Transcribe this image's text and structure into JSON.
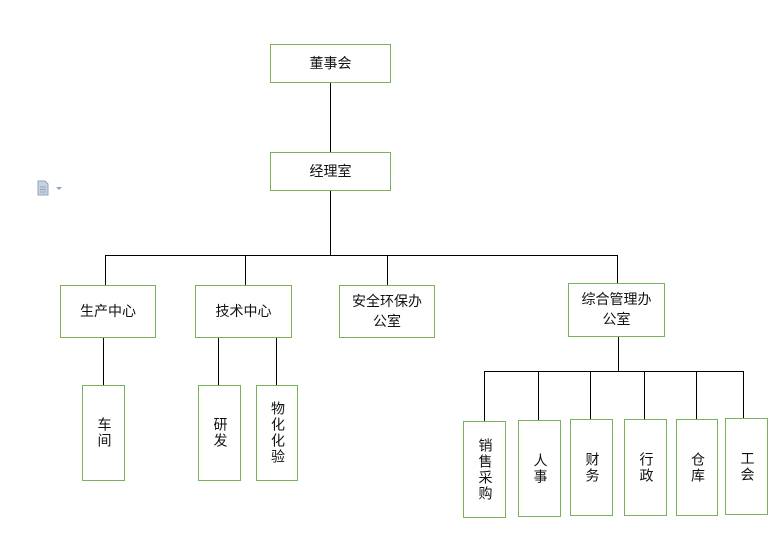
{
  "org_chart": {
    "root": "董事会",
    "manager": "经理室",
    "departments": {
      "production": "生产中心",
      "technology": "技术中心",
      "safety": "安全环保办公室",
      "admin": "综合管理办公室"
    },
    "production_units": [
      "车间"
    ],
    "technology_units": [
      "研发",
      "物化化验"
    ],
    "admin_units": [
      "销售采购",
      "人事",
      "财务",
      "行政",
      "仓库",
      "工会"
    ]
  },
  "colors": {
    "box_border": "#78b25a",
    "line": "#000000",
    "icon": "#8fa3bf"
  },
  "icons": {
    "side_icon": "document-dropdown-icon"
  }
}
